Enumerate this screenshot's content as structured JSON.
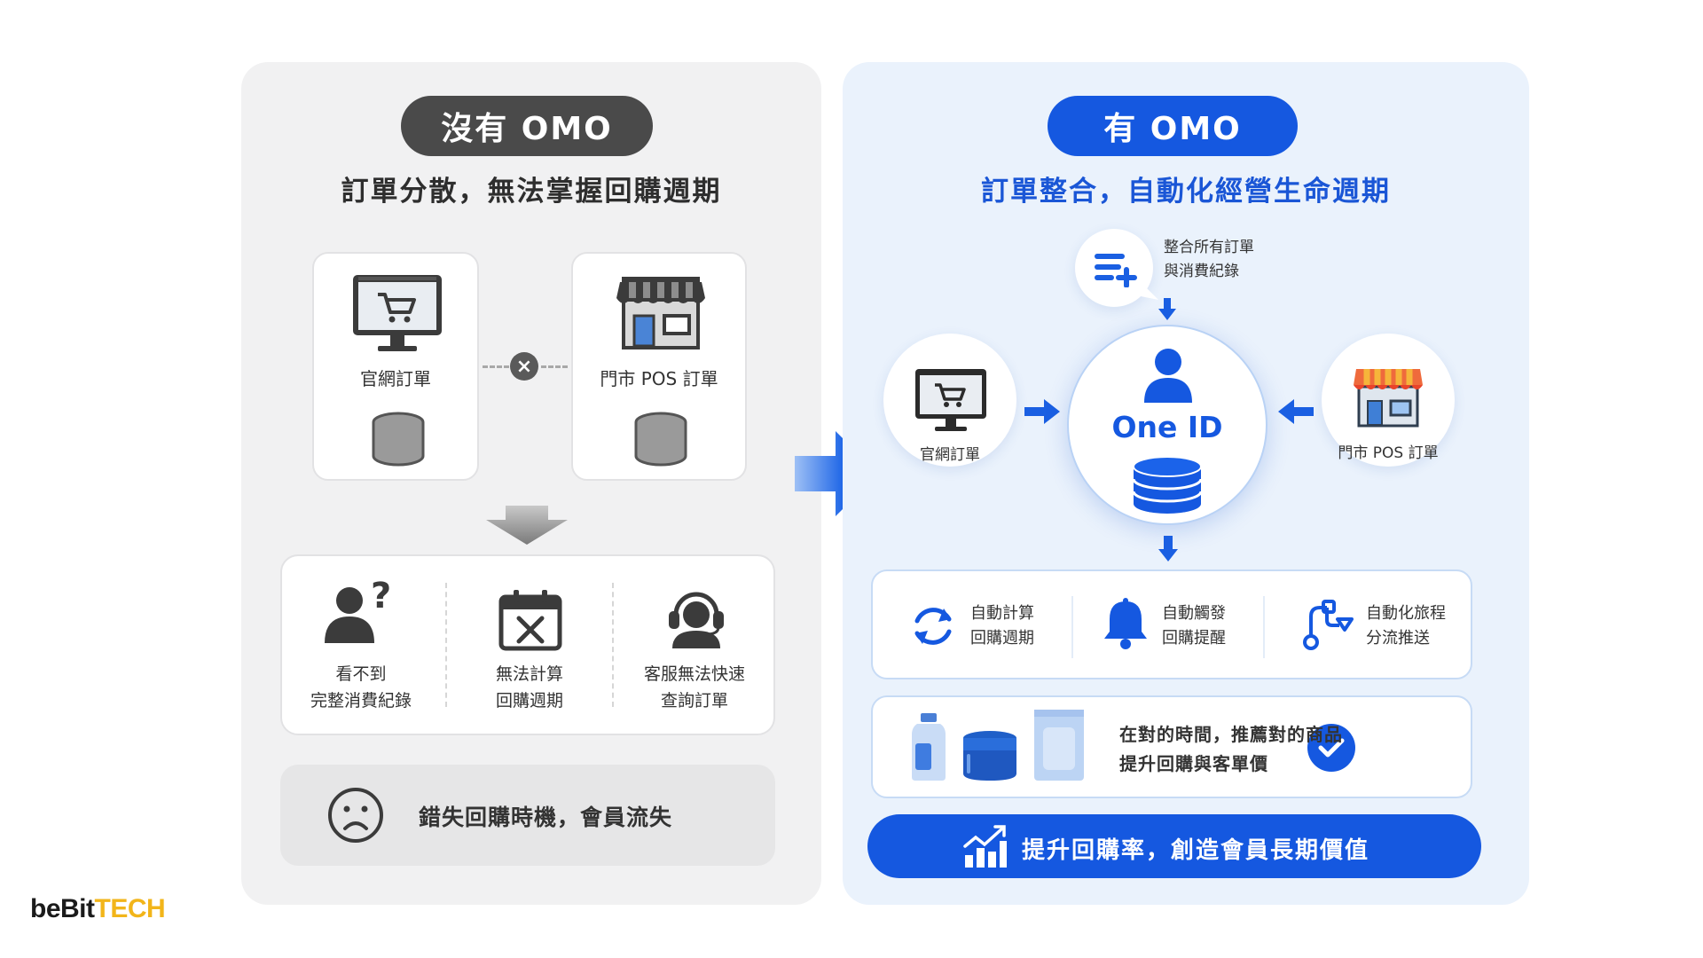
{
  "left": {
    "pill": "沒有 OMO",
    "subtitle": "訂單分散，無法掌握回購週期",
    "web_label": "官網訂單",
    "pos_label": "門市 POS 訂單",
    "x_mark": "×",
    "problems": [
      {
        "line1": "看不到",
        "line2": "完整消費紀錄"
      },
      {
        "line1": "無法計算",
        "line2": "回購週期"
      },
      {
        "line1": "客服無法快速",
        "line2": "查詢訂單"
      }
    ],
    "bottom": "錯失回購時機，會員流失"
  },
  "right": {
    "pill": "有 OMO",
    "subtitle": "訂單整合，自動化經營生命週期",
    "merge_line1": "整合所有訂單",
    "merge_line2": "與消費紀錄",
    "web_label": "官網訂單",
    "pos_label": "門市 POS 訂單",
    "center": "One ID",
    "autos": [
      {
        "line1": "自動計算",
        "line2": "回購週期"
      },
      {
        "line1": "自動觸發",
        "line2": "回購提醒"
      },
      {
        "line1": "自動化旅程",
        "line2": "分流推送"
      }
    ],
    "product_line1": "在對的時間，推薦對的商品",
    "product_line2": "提升回購與客單價",
    "banner": "提升回購率，創造會員長期價值"
  },
  "logo": {
    "part1": "beBit",
    "part2": "TECH"
  },
  "colors": {
    "accent": "#1558e0",
    "dark_pill": "#4a4a4a",
    "logo_accent": "#f2b51a"
  }
}
